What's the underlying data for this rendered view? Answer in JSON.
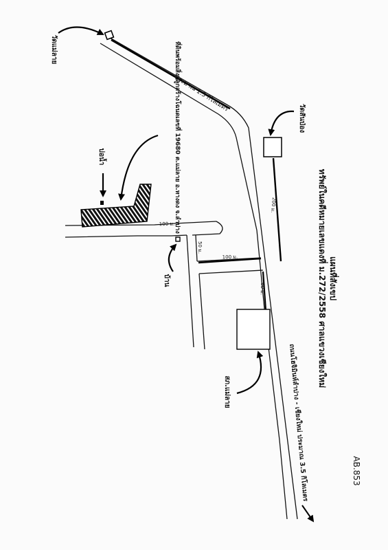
{
  "map": {
    "title": "แผนที่สังเขป",
    "subtitle": "ทรัพย์ในคดีหมายเลขแดงที่ ม.272/2558 ศาลแขวงเชียงใหม่",
    "code": "AB.853",
    "labels": {
      "wat_mae_lai": "วัดแม่ลาย",
      "wat_san_pong": "วัดสันป่อง",
      "dist_1_5": "ประมาณ 1.5 กิโลเมตร",
      "dist_200": "200 ม.",
      "dist_100_top": "100 ม.",
      "dist_100_mid": "100 ม.",
      "dist_50": "50 ม.",
      "dist_60": "60 ม.",
      "property": "ที่ดินพร้อมสิ่งปลูกสร้างโฉนดเลขที่ 19680 ต.แม่ลาย อ.หางดง จ.ลำปาง",
      "well": "บ่อน้ำ",
      "house": "บ้าน",
      "police": "สภ.แม่ลาย",
      "highway": "ถนนโฮจิมินห์ลำปาง - เชียงใหม่ ประมาณ 3.5 กิโลเมตร"
    }
  }
}
